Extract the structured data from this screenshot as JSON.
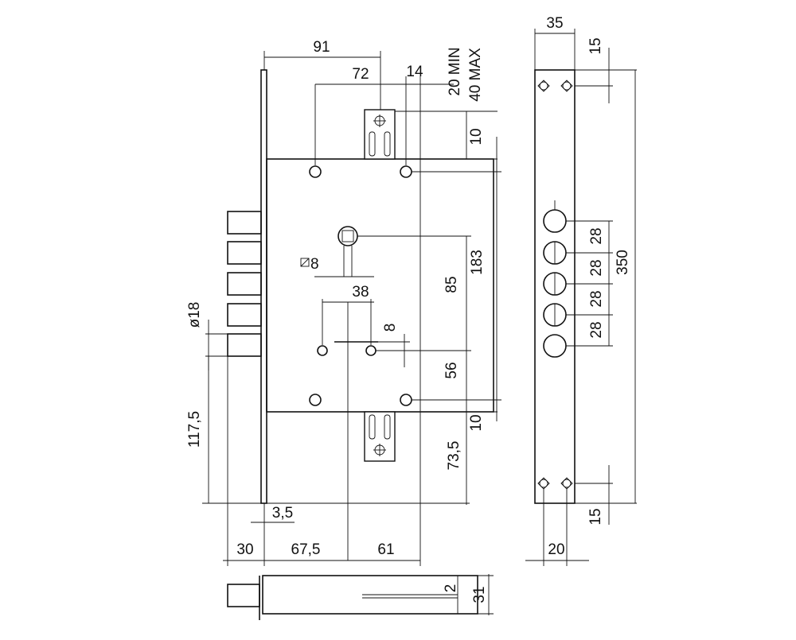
{
  "drawing": {
    "dimensions": {
      "width_91": "91",
      "width_72": "72",
      "width_14": "14",
      "backset_20_min": "20 MIN",
      "backset_40_max": "40 MAX",
      "offset_10_top": "10",
      "offset_10_bottom": "10",
      "height_183": "183",
      "height_85": "85",
      "height_56": "56",
      "height_73_5": "73,5",
      "square_8": "8",
      "spacing_38": "38",
      "offset_8": "8",
      "diameter_18": "ø18",
      "height_117_5": "117,5",
      "offset_3_5": "3,5",
      "bottom_30": "30",
      "bottom_67_5": "67,5",
      "bottom_61": "61",
      "faceplate_35": "35",
      "faceplate_15_top": "15",
      "faceplate_15_bottom": "15",
      "faceplate_20": "20",
      "bolt_pitch_1": "28",
      "bolt_pitch_2": "28",
      "bolt_pitch_3": "28",
      "bolt_pitch_4": "28",
      "faceplate_350": "350",
      "bottom_view_2": "2",
      "bottom_view_31": "31"
    }
  }
}
